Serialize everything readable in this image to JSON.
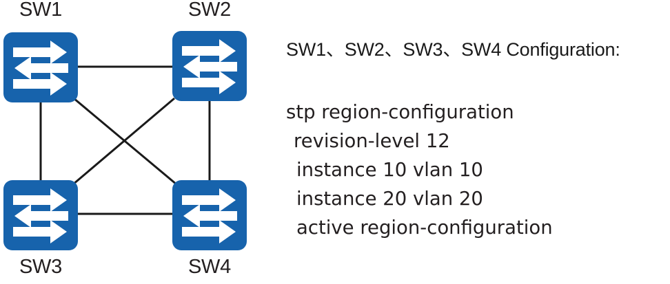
{
  "colors": {
    "switch_blue": "#1763AC",
    "link_line": "#1a1a1a",
    "text": "#231f20",
    "background": "#ffffff"
  },
  "diagram": {
    "name": "four-switch-full-mesh-topology",
    "nodes": [
      {
        "id": "sw1",
        "label": "SW1",
        "icon": "network-switch-icon",
        "label_position": "above"
      },
      {
        "id": "sw2",
        "label": "SW2",
        "icon": "network-switch-icon",
        "label_position": "above"
      },
      {
        "id": "sw3",
        "label": "SW3",
        "icon": "network-switch-icon",
        "label_position": "below"
      },
      {
        "id": "sw4",
        "label": "SW4",
        "icon": "network-switch-icon",
        "label_position": "below"
      }
    ],
    "links": [
      {
        "from": "sw1",
        "to": "sw2",
        "style": "horizontal"
      },
      {
        "from": "sw3",
        "to": "sw4",
        "style": "horizontal"
      },
      {
        "from": "sw1",
        "to": "sw3",
        "style": "vertical"
      },
      {
        "from": "sw2",
        "to": "sw4",
        "style": "vertical"
      },
      {
        "from": "sw1",
        "to": "sw4",
        "style": "diagonal"
      },
      {
        "from": "sw2",
        "to": "sw3",
        "style": "diagonal"
      }
    ]
  },
  "config": {
    "title": "SW1、SW2、SW3、SW4 Configuration:",
    "lines": [
      {
        "text": "stp region-configuration",
        "indent": 0
      },
      {
        "text": "revision-level 12",
        "indent": 1
      },
      {
        "text": "instance 10 vlan 10",
        "indent": 2
      },
      {
        "text": "instance 20 vlan 20",
        "indent": 2
      },
      {
        "text": "active region-configuration",
        "indent": 2
      }
    ]
  }
}
